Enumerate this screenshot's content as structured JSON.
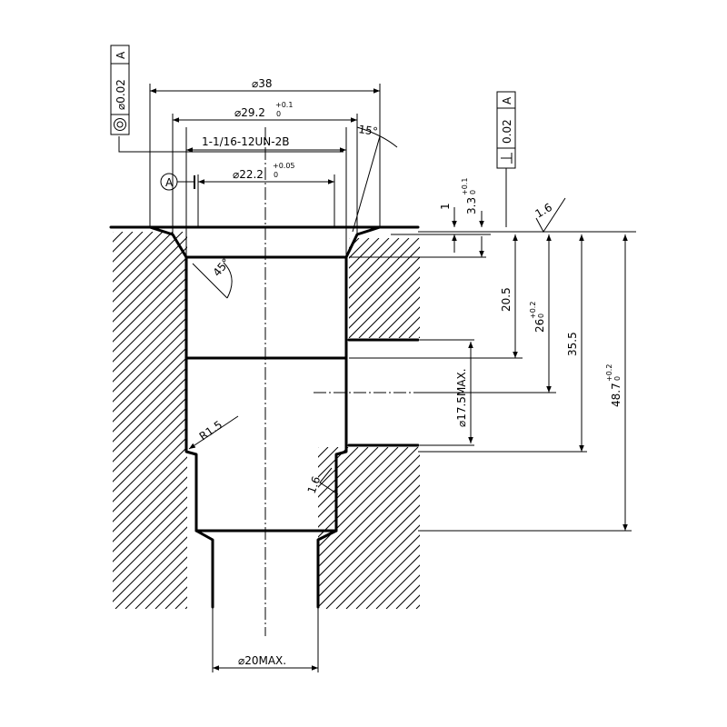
{
  "frames": {
    "concentricity": {
      "symbol": "◎",
      "tolerance": "⌀0.02",
      "datum": "A"
    },
    "perpendicularity": {
      "symbol": "⊥",
      "tolerance": "0.02",
      "datum": "A"
    }
  },
  "datum": {
    "letter": "A"
  },
  "dims": {
    "d38": "⌀38",
    "d29": {
      "base": "⌀29.2",
      "upper": "+0.1",
      "lower": "0"
    },
    "thread": "1-1/16-12UN-2B",
    "angle15": "15°",
    "d22": {
      "base": "⌀22.2",
      "upper": "+0.05",
      "lower": "0"
    },
    "one": "1",
    "d3_3": {
      "base": "3.3",
      "upper": "+0.1",
      "lower": "0"
    },
    "angle45": "45°",
    "r15": "R1.5",
    "d20_5": "20.5",
    "d26": {
      "base": "26",
      "upper": "+0.2",
      "lower": "0"
    },
    "d35_5": "35.5",
    "d48_7": {
      "base": "48.7",
      "upper": "+0.2",
      "lower": "0"
    },
    "d17_5": "⌀17.5MAX.",
    "d20max": "⌀20MAX."
  },
  "surface": {
    "top": "1.6",
    "bore": "1.6"
  }
}
